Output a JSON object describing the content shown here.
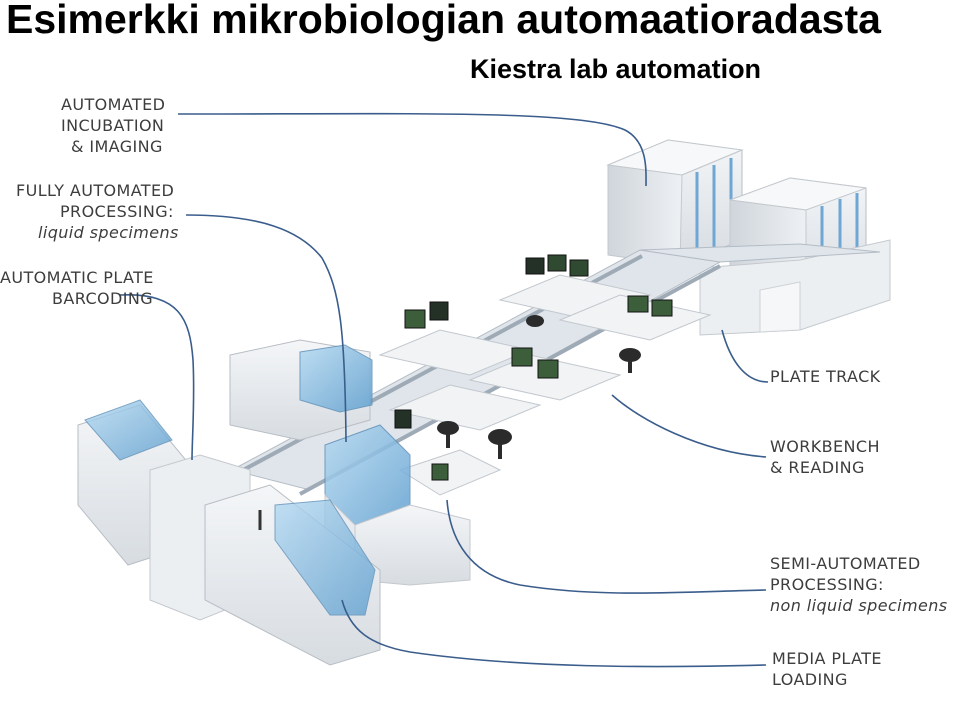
{
  "title": "Esimerkki mikrobiologian automaatioradasta",
  "subtitle": "Kiestra lab automation",
  "labels": {
    "incubation": [
      "AUTOMATED",
      "INCUBATION",
      "& IMAGING"
    ],
    "processing_liquid": [
      "FULLY AUTOMATED",
      "PROCESSING:",
      "liquid specimens"
    ],
    "barcoding": [
      "AUTOMATIC PLATE",
      "BARCODING"
    ],
    "plate_track": [
      "PLATE TRACK"
    ],
    "workbench": [
      "WORKBENCH",
      "& READING"
    ],
    "processing_semi": [
      "SEMI-AUTOMATED",
      "PROCESSING:",
      "non liquid specimens"
    ],
    "media_loading": [
      "MEDIA PLATE",
      "LOADING"
    ]
  },
  "colors": {
    "leader_line": "#3a5d8c",
    "machine_body": "#e9ecef",
    "glass": "#8fc1e3",
    "track": "#c9d3dc",
    "chair": "#2b2b2b",
    "screen": "#2f3e2f"
  }
}
